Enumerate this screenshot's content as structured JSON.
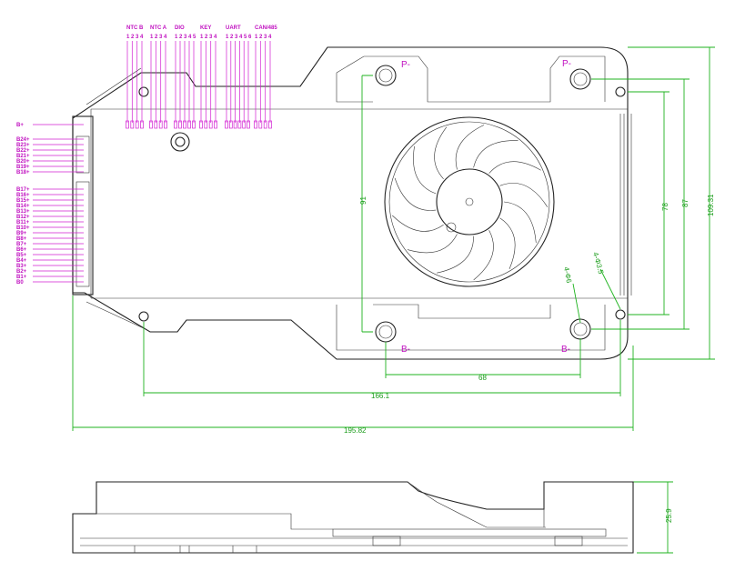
{
  "connector_groups": [
    {
      "name": "NTC B",
      "pins": "1 2 3 4"
    },
    {
      "name": "NTC A",
      "pins": "1 2 3 4"
    },
    {
      "name": "DIO",
      "pins": "1 2 3 4 5"
    },
    {
      "name": "KEY",
      "pins": "1 2 3 4"
    },
    {
      "name": "UART",
      "pins": "1 2 3 4 5 6"
    },
    {
      "name": "CAN/485",
      "pins": "1 2 3 4"
    }
  ],
  "left_pins": [
    "B+",
    "B24+",
    "B23+",
    "B22+",
    "B21+",
    "B20+",
    "B19+",
    "B18+",
    "B17+",
    "B16+",
    "B15+",
    "B14+",
    "B13+",
    "B12+",
    "B11+",
    "B10+",
    "B9+",
    "B8+",
    "B7+",
    "B6+",
    "B5+",
    "B4+",
    "B3+",
    "B2+",
    "B1+",
    "B0"
  ],
  "terminals": {
    "p_left": "P-",
    "p_right": "P-",
    "b_left": "B-",
    "b_right": "B-"
  },
  "dimensions": {
    "d91": "91",
    "d78": "78",
    "d87": "87",
    "d109": "109.31",
    "d68": "68",
    "d166": "166.1",
    "d195": "195.82",
    "d25": "25.9",
    "hole1": "4-Φ6",
    "hole2": "4-Φ3.5"
  },
  "colors": {
    "dimension": "#1fb31f",
    "label": "#c010c0",
    "outline": "#222222"
  }
}
